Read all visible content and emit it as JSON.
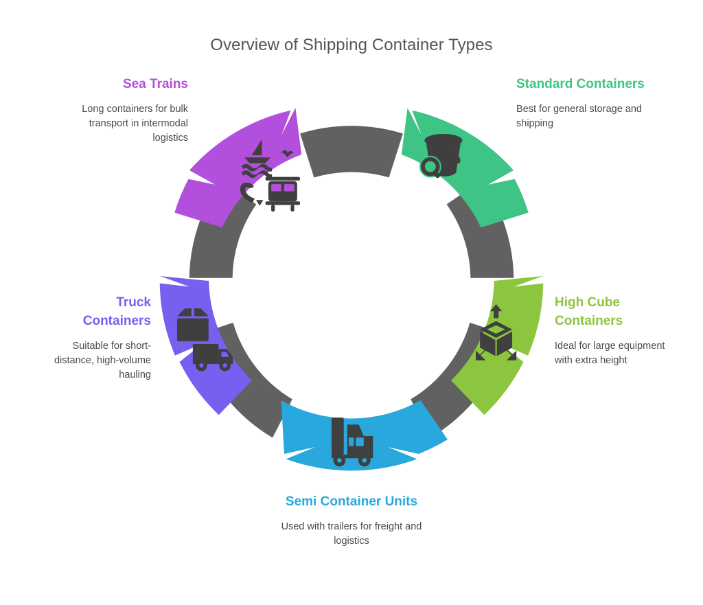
{
  "header": {
    "title": "Overview of Shipping Container Types"
  },
  "colors": {
    "ring": "#616161",
    "title_text": "#555555",
    "body_text": "#4a4a4a",
    "icon": "#3f3f3f",
    "sea_trains": "#b24fdc",
    "standard": "#3ec484",
    "high_cube": "#8cc63e",
    "semi": "#29a8dd",
    "truck": "#7560ef",
    "background": "#ffffff"
  },
  "chart_data": {
    "type": "pie",
    "title": "Overview of Shipping Container Types",
    "layout": "donut-cycle-5-segments",
    "categories": [
      "Standard Containers",
      "High Cube Containers",
      "Semi Container Units",
      "Truck Containers",
      "Sea Trains"
    ],
    "values": [
      20,
      20,
      20,
      20,
      20
    ],
    "legend": "inline-callouts"
  },
  "segments": [
    {
      "id": "standard",
      "title": "Standard Containers",
      "description": "Best for general storage and shipping",
      "color": "#3ec484",
      "icon": "bucket-search-icon",
      "position": "top-right"
    },
    {
      "id": "high-cube",
      "title": "High Cube Containers",
      "description": "Ideal for large equipment with extra height",
      "color": "#8cc63e",
      "icon": "cube-expand-icon",
      "position": "right"
    },
    {
      "id": "semi",
      "title": "Semi Container Units",
      "description": "Used with trailers for freight and logistics",
      "color": "#29a8dd",
      "icon": "semi-truck-icon",
      "position": "bottom"
    },
    {
      "id": "truck",
      "title": "Truck Containers",
      "description": "Suitable for short-distance, high-volume hauling",
      "color": "#7560ef",
      "icon": "delivery-truck-box-icon",
      "position": "left"
    },
    {
      "id": "sea-trains",
      "title": "Sea Trains",
      "description": "Long containers for bulk transport in intermodal logistics",
      "color": "#b24fdc",
      "icon": "ship-train-icon",
      "position": "top-left"
    }
  ]
}
